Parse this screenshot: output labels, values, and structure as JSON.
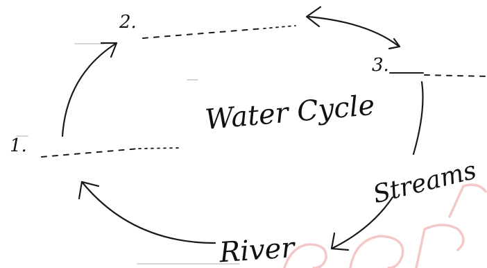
{
  "diagram": {
    "title": "Water Cycle",
    "labels": {
      "stage_1": "1.",
      "stage_2": "2.",
      "stage_3": "3.",
      "streams": "Streams",
      "river": "River"
    }
  },
  "colors": {
    "ink": "#1a1a1a",
    "watermark": "#f3c2c2",
    "background": "#ffffff"
  }
}
